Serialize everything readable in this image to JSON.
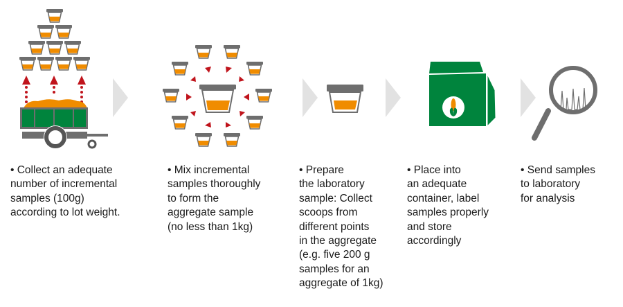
{
  "colors": {
    "orange": "#f08c00",
    "gray": "#6e6e6e",
    "green": "#00843d",
    "red": "#c0141c",
    "chevron": "#e2e2e2"
  },
  "steps": [
    {
      "icon": "trailer-with-samples",
      "text": "• Collect an adequate\nnumber of incremental\nsamples (100g)\naccording to lot weight."
    },
    {
      "icon": "mixing-samples",
      "text": "• Mix incremental\nsamples thoroughly\nto form the\naggregate sample\n(no less  than 1kg)"
    },
    {
      "icon": "laboratory-sample-cup",
      "text": "• Prepare\nthe laboratory\nsample: Collect\nscoops from\ndifferent points\nin the aggregate\n(e.g. five 200 g\nsamples for an\naggregate of 1kg)"
    },
    {
      "icon": "corn-bag",
      "text": "• Place into\nan adequate\ncontainer, label\nsamples properly\nand store\naccordingly"
    },
    {
      "icon": "magnifier-chromatogram",
      "text": "• Send samples\nto laboratory\nfor analysis"
    }
  ]
}
